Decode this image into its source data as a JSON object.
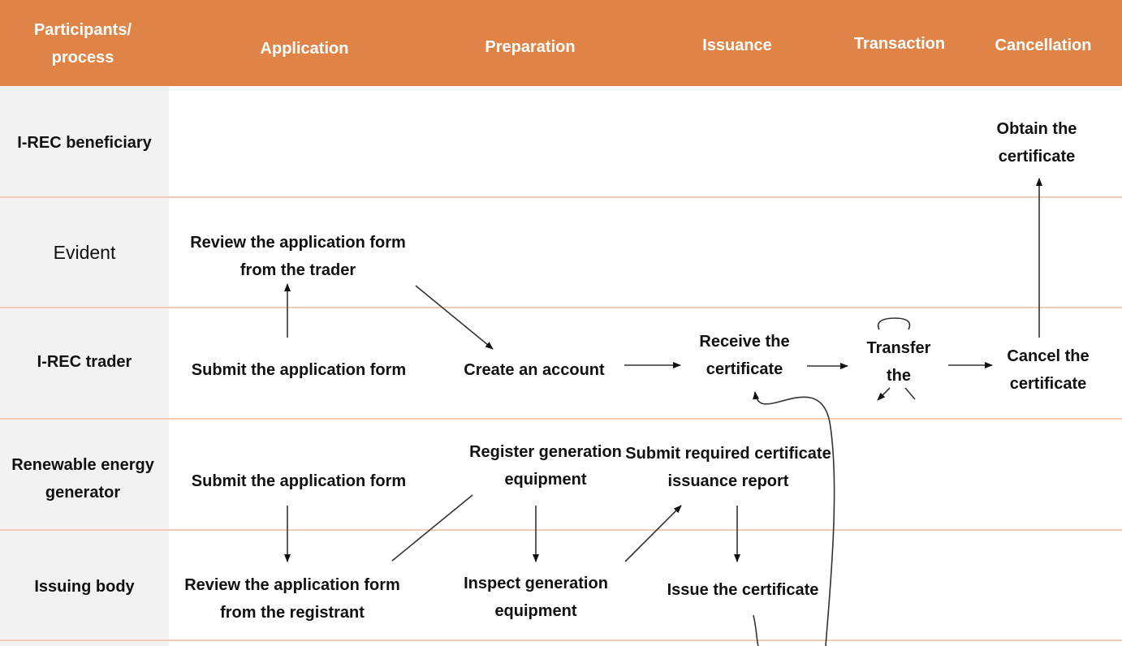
{
  "header": {
    "participants": "Participants/ process",
    "application": "Application",
    "preparation": "Preparation",
    "issuance": "Issuance",
    "transaction": "Transaction",
    "cancellation": "Cancellation"
  },
  "rows": {
    "beneficiary": "I-REC beneficiary",
    "evident": "Evident",
    "trader": "I-REC trader",
    "generator": "Renewable energy generator",
    "issuing_body": "Issuing body"
  },
  "nodes": {
    "obtain_certificate": "Obtain the certificate",
    "review_trader_form": "Review the application form from the trader",
    "trader_submit_form": "Submit the application form",
    "create_account": "Create an account",
    "receive_certificate": "Receive the certificate",
    "transfer": "Transfer the",
    "cancel_certificate": "Cancel the certificate",
    "generator_submit_form": "Submit the application form",
    "register_equipment": "Register generation equipment",
    "submit_report": "Submit required certificate issuance report",
    "review_registrant_form": "Review the application form from the registrant",
    "inspect_equipment": "Inspect generation equipment",
    "issue_certificate": "Issue the certificate"
  },
  "colors": {
    "header_bg": "#df8446",
    "row_label_bg": "#f2f2f2",
    "separator": "#f3cdb3"
  }
}
